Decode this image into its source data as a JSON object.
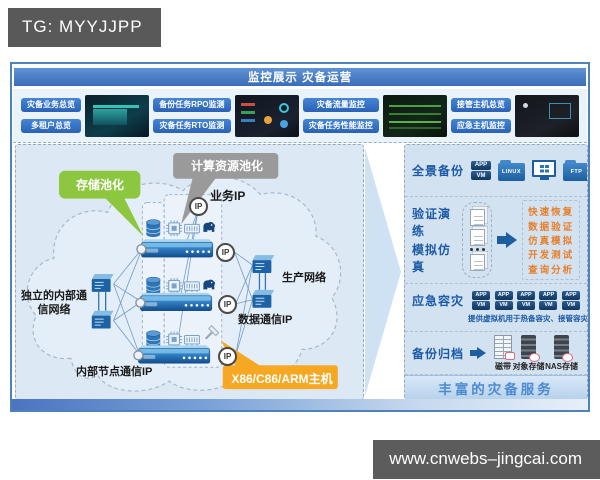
{
  "page": {
    "tg_badge": "TG: MYYJJPP",
    "watermark": "www.cnwebs–jingcai.com"
  },
  "colors": {
    "accent_blue": "#2e6ec0",
    "panel_light_blue": "#dce9f5",
    "green_callout": "#8dc63f",
    "gray_callout": "#9a9a9a",
    "yellow_callout": "#f7a823",
    "orange_text": "#e87e2a",
    "deep_blue": "#1d5f9e"
  },
  "monitor": {
    "title": "监控展示 灾备运营",
    "labels": [
      "灾备业务总览",
      "多租户总览",
      "备份任务RPO监测",
      "灾备任务RTO监测",
      "灾备流量监控",
      "灾备任务性能监控",
      "接管主机总览",
      "应急主机监控"
    ]
  },
  "diagram": {
    "storage_pooling": "存储池化",
    "compute_pooling": "计算资源池化",
    "business_ip": "业务IP",
    "internal_network": "独立的内部通信网络",
    "production_network": "生产网络",
    "data_comm_ip": "数据通信IP",
    "node_comm_ip": "内部节点通信IP",
    "hosts": "X86/C86/ARM主机",
    "ip": "IP"
  },
  "services": {
    "backup": {
      "title": "全景备份",
      "badge_app": "APP",
      "badge_vm": "VM",
      "folder_linux": "LINUX",
      "folder_ftp": "FTP"
    },
    "drill": {
      "title_line1": "验证演练",
      "title_line2": "模拟仿真",
      "items": [
        "快速恢复",
        "数据验证",
        "仿真模拟",
        "开发测试",
        "查询分析"
      ]
    },
    "emergency": {
      "title": "应急容灾",
      "badge_app": "APP",
      "badge_vm": "VM",
      "caption": "提供虚拟机用于热备容灾、接管容灾"
    },
    "archive": {
      "title": "备份归档",
      "storages": [
        "磁带",
        "对象存储",
        "NAS存储"
      ]
    },
    "banner": "丰富的灾备服务"
  }
}
